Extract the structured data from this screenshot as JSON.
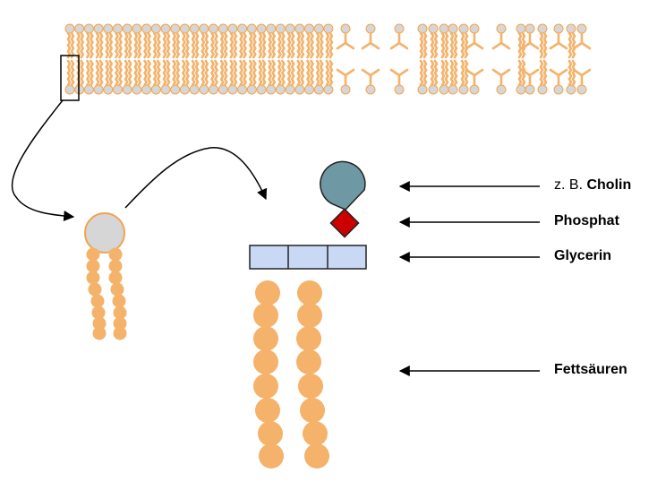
{
  "labels": {
    "choline_prefix": "z. B.",
    "choline": "Cholin",
    "phosphate": "Phosphat",
    "glycerol": "Glycerin",
    "fatty_acids": "Fettsäuren"
  },
  "colors": {
    "tail": "#f4b26a",
    "head": "#d6d6d6",
    "head_outline": "#f2a451",
    "choline": "#6e98a3",
    "phosphate": "#cc0000",
    "glycerol": "#c9d8f5",
    "outline": "#222222"
  }
}
